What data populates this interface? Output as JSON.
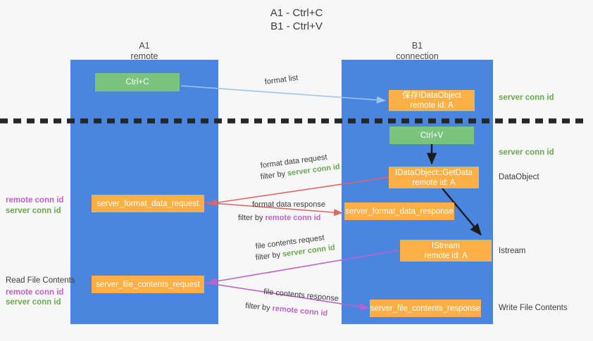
{
  "title": {
    "line1": "A1 - Ctrl+C",
    "line2": "B1 - Ctrl+V"
  },
  "colors": {
    "background": "#f7f7f7",
    "lane": "#4a86e0",
    "box_green": "#7bc47f",
    "box_orange": "#fcaf45",
    "arrow_blue": "#9fc5e8",
    "arrow_red": "#e06666",
    "arrow_magenta": "#c061cb",
    "arrow_black": "#1a1a1a",
    "server_conn_id": "#6aa84f",
    "remote_conn_id": "#c061cb",
    "text": "#3c3c3c"
  },
  "lanes": [
    {
      "id": "a1",
      "name": "A1",
      "sub": "remote"
    },
    {
      "id": "b1",
      "name": "B1",
      "sub": "connection"
    }
  ],
  "boxes": {
    "ctrl_c": {
      "label": "Ctrl+C"
    },
    "ctrl_v": {
      "label": "Ctrl+V"
    },
    "idataobject_save": {
      "line1": "保存IDataObject",
      "line2": "remote id: A"
    },
    "idataobject_getdata": {
      "line1": "IDataObject::GetData",
      "line2": "remote id: A"
    },
    "istream": {
      "line1": "IStream",
      "line2": "remote id: A"
    },
    "server_format_data_request": {
      "label": "server_format_data_request"
    },
    "server_format_data_response": {
      "label": "server_format_data_response"
    },
    "server_file_contents_request": {
      "label": "server_file_contents_request"
    },
    "server_file_contents_response": {
      "label": "server_file_contents_response"
    }
  },
  "edge_notes": {
    "format_list": {
      "text": "format list"
    },
    "format_data_request": {
      "line1": "format data request",
      "line2_prefix": "filter by ",
      "line2_key": "server conn id"
    },
    "format_data_response": {
      "line1": "format data response",
      "line2_prefix": "filter by ",
      "line2_key": "remote conn id"
    },
    "file_contents_request": {
      "line1": "file contents request",
      "line2_prefix": "filter by ",
      "line2_key": "server conn id"
    },
    "file_contents_response": {
      "line1": "file contents response",
      "line2_prefix": "filter by ",
      "line2_key": "remote conn id"
    }
  },
  "right_labels": {
    "server_conn_id_top": "server conn id",
    "server_conn_id_mid": "server conn id",
    "dataobject": "DataObject",
    "istream": "Istream",
    "write_file_contents": "Write File Contents"
  },
  "left_labels": {
    "group1_remote": "remote conn id",
    "group1_server": "server conn id",
    "read_file_contents": "Read File Contents",
    "group2_remote": "remote conn id",
    "group2_server": "server conn id"
  }
}
